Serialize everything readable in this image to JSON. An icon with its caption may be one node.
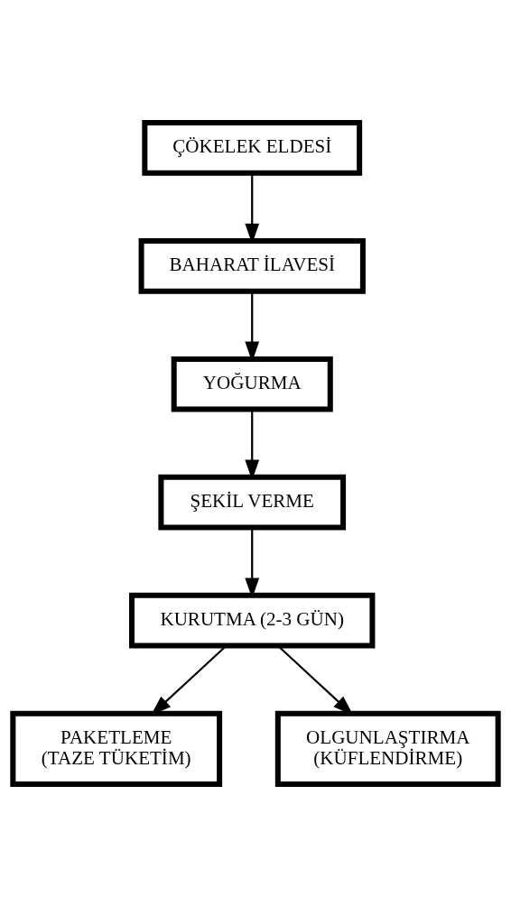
{
  "diagram": {
    "nodes": [
      {
        "text": [
          "ÇÖKELEK ELDESİ"
        ]
      },
      {
        "text": [
          "BAHARAT İLAVESİ"
        ]
      },
      {
        "text": [
          "YOĞURMA"
        ]
      },
      {
        "text": [
          "ŞEKİL VERME"
        ]
      },
      {
        "text": [
          "KURUTMA (2-3 GÜN)"
        ]
      },
      {
        "text": [
          "PAKETLEME (TAZE TÜKETİM)"
        ]
      },
      {
        "text": [
          "OLGUNLAŞTIRMA (KÜFLENDİRME)"
        ]
      }
    ],
    "edges": [
      {
        "from": 0,
        "to": 1,
        "arrow": "to"
      },
      {
        "from": 1,
        "to": 2,
        "arrow": "to"
      },
      {
        "from": 2,
        "to": 3,
        "arrow": "to"
      },
      {
        "from": 3,
        "to": 4,
        "arrow": "to"
      },
      {
        "from": 4,
        "to": 5,
        "arrow": "to"
      },
      {
        "from": 4,
        "to": 6,
        "arrow": "to"
      }
    ]
  }
}
